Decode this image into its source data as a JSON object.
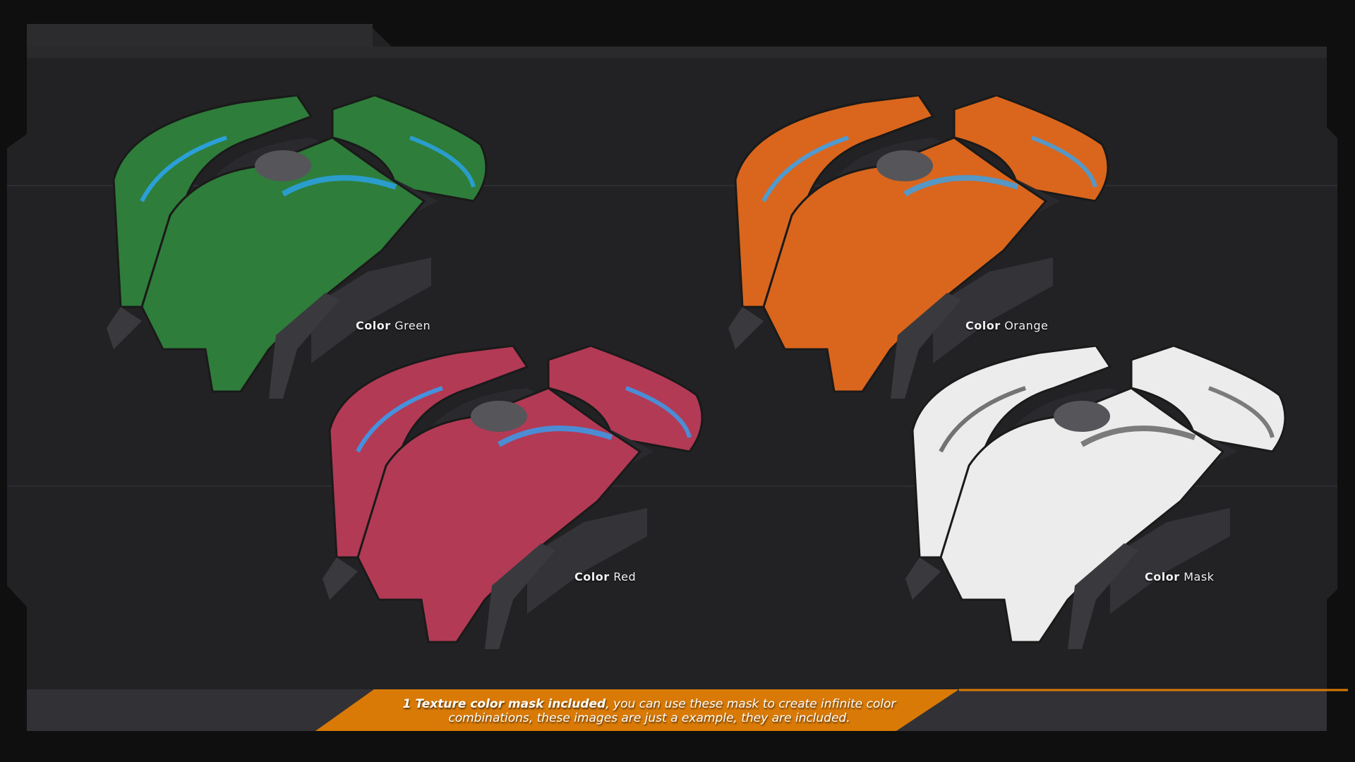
{
  "variants": [
    {
      "label_bold": "Color",
      "label_rest": "Green",
      "color": "#2e7d3a"
    },
    {
      "label_bold": "Color",
      "label_rest": "Orange",
      "color": "#d9661c"
    },
    {
      "label_bold": "Color",
      "label_rest": "Red",
      "color": "#b23a55"
    },
    {
      "label_bold": "Color",
      "label_rest": "Mask",
      "color": "#ececec"
    }
  ],
  "banner": {
    "bold": "1 Texture color mask included",
    "rest": ", you can use these mask to create infinite color",
    "line2": "combinations, these images are just a example, they are included.",
    "color": "#d97a06"
  },
  "colors": {
    "background": "#0f0f10",
    "panel": "#222225",
    "accent_glow": "#2aa8ff"
  }
}
